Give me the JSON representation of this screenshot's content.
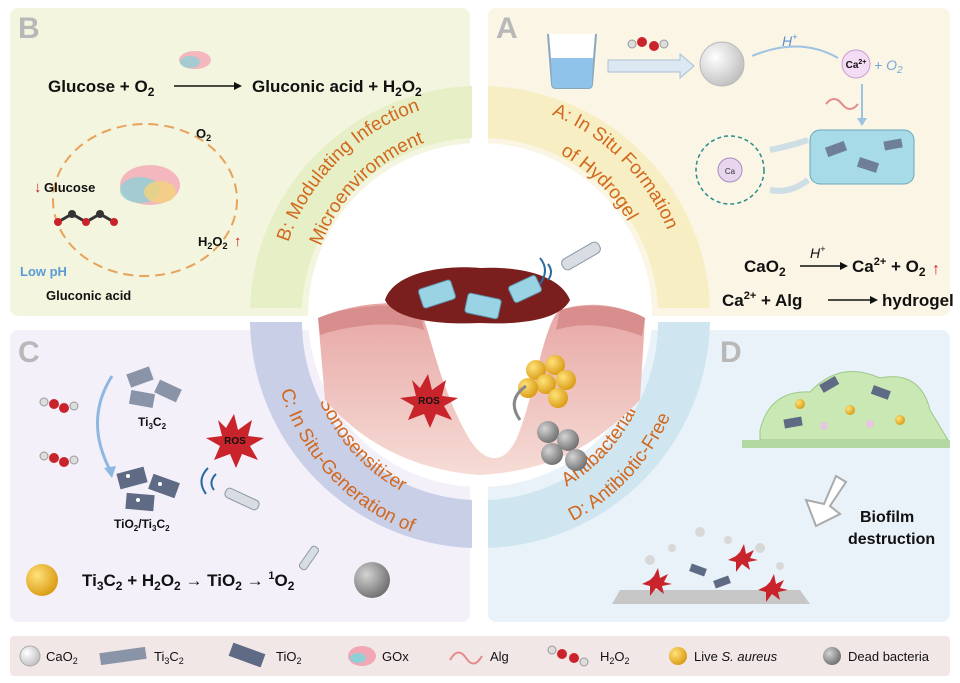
{
  "panels": {
    "b": {
      "letter": "B",
      "eq_left": "Glucose + O",
      "eq_sub1": "2",
      "eq_right": "Gluconic acid + H",
      "eq_sub2": "2",
      "eq_o": "O",
      "eq_sub3": "2",
      "o2": "O",
      "o2_sub": "2",
      "glucose": "Glucose",
      "h2o2": "H",
      "h2o2_sub": "2",
      "h2o2_o": "O",
      "h2o2_sub2": "2",
      "low_ph": "Low pH",
      "gluconic": "Gluconic acid"
    },
    "a": {
      "letter": "A",
      "hplus": "H",
      "hplus_sup": "+",
      "ca2": "Ca",
      "ca2_sup": "2+",
      "plus_o2": "+ O",
      "plus_o2_sub": "2",
      "eq1_left": "CaO",
      "eq1_sub": "2",
      "eq1_arrow": "H",
      "eq1_arrow_sup": "+",
      "eq1_right": "Ca",
      "eq1_right_sup": "2+",
      "eq1_o2": " + O",
      "eq1_o2_sub": "2",
      "eq2_left": "Ca",
      "eq2_sup": "2+",
      "eq2_mid": " + Alg",
      "eq2_right": "hydrogel"
    },
    "c": {
      "letter": "C",
      "ti3c2": "Ti",
      "ti3c2_s1": "3",
      "ti3c2_c": "C",
      "ti3c2_s2": "2",
      "ros": "ROS",
      "tio2": "TiO",
      "tio2_s": "2",
      "tio2_ti3c2": "/Ti",
      "tio2_ti3c2_s1": "3",
      "tio2_ti3c2_c": "C",
      "tio2_ti3c2_s2": "2",
      "eq_ti": "Ti",
      "eq_s1": "3",
      "eq_c": "C",
      "eq_s2": "2",
      "eq_h": " + H",
      "eq_s3": "2",
      "eq_o": "O",
      "eq_s4": "2",
      "eq_tio": " → TiO",
      "eq_s5": "2",
      "eq_arrow2": " → ",
      "eq_sup1": "1",
      "eq_o2": "O",
      "eq_s6": "2"
    },
    "d": {
      "letter": "D",
      "biofilm1": "Biofilm",
      "biofilm2": "destruction"
    }
  },
  "center": {
    "ros": "ROS",
    "ring_b1": "B: Modulating Infection",
    "ring_b2": "Microenvironment",
    "ring_a1": "A: In Situ Formation",
    "ring_a2": "of Hydrogel",
    "ring_c1": "C: In Situ-Generation of",
    "ring_c2": "Sonosensitizer",
    "ring_d1": "D: Antibiotic-Free",
    "ring_d2": "Antibacterial"
  },
  "legend": {
    "cao2": "CaO",
    "cao2_sub": "2",
    "ti3c2": "Ti",
    "ti3c2_s1": "3",
    "ti3c2_c": "C",
    "ti3c2_s2": "2",
    "tio2": "TiO",
    "tio2_sub": "2",
    "gox": "GOx",
    "alg": "Alg",
    "h2o2": "H",
    "h2o2_s1": "2",
    "h2o2_o": "O",
    "h2o2_s2": "2",
    "live": "Live",
    "live_species": "S. aureus",
    "dead": "Dead bacteria"
  },
  "colors": {
    "panel_b": "#f3f5df",
    "panel_a": "#faf5e4",
    "panel_c": "#f3f0f9",
    "panel_d": "#e9f1f9",
    "ring_b": "#e6efc6",
    "ring_a": "#f7efc3",
    "ring_c": "#c8cfe6",
    "ring_d": "#cfe6f1",
    "ring_text": "#d2681e",
    "ros_red": "#c9242b",
    "legend_bg": "#f2e7e7"
  }
}
